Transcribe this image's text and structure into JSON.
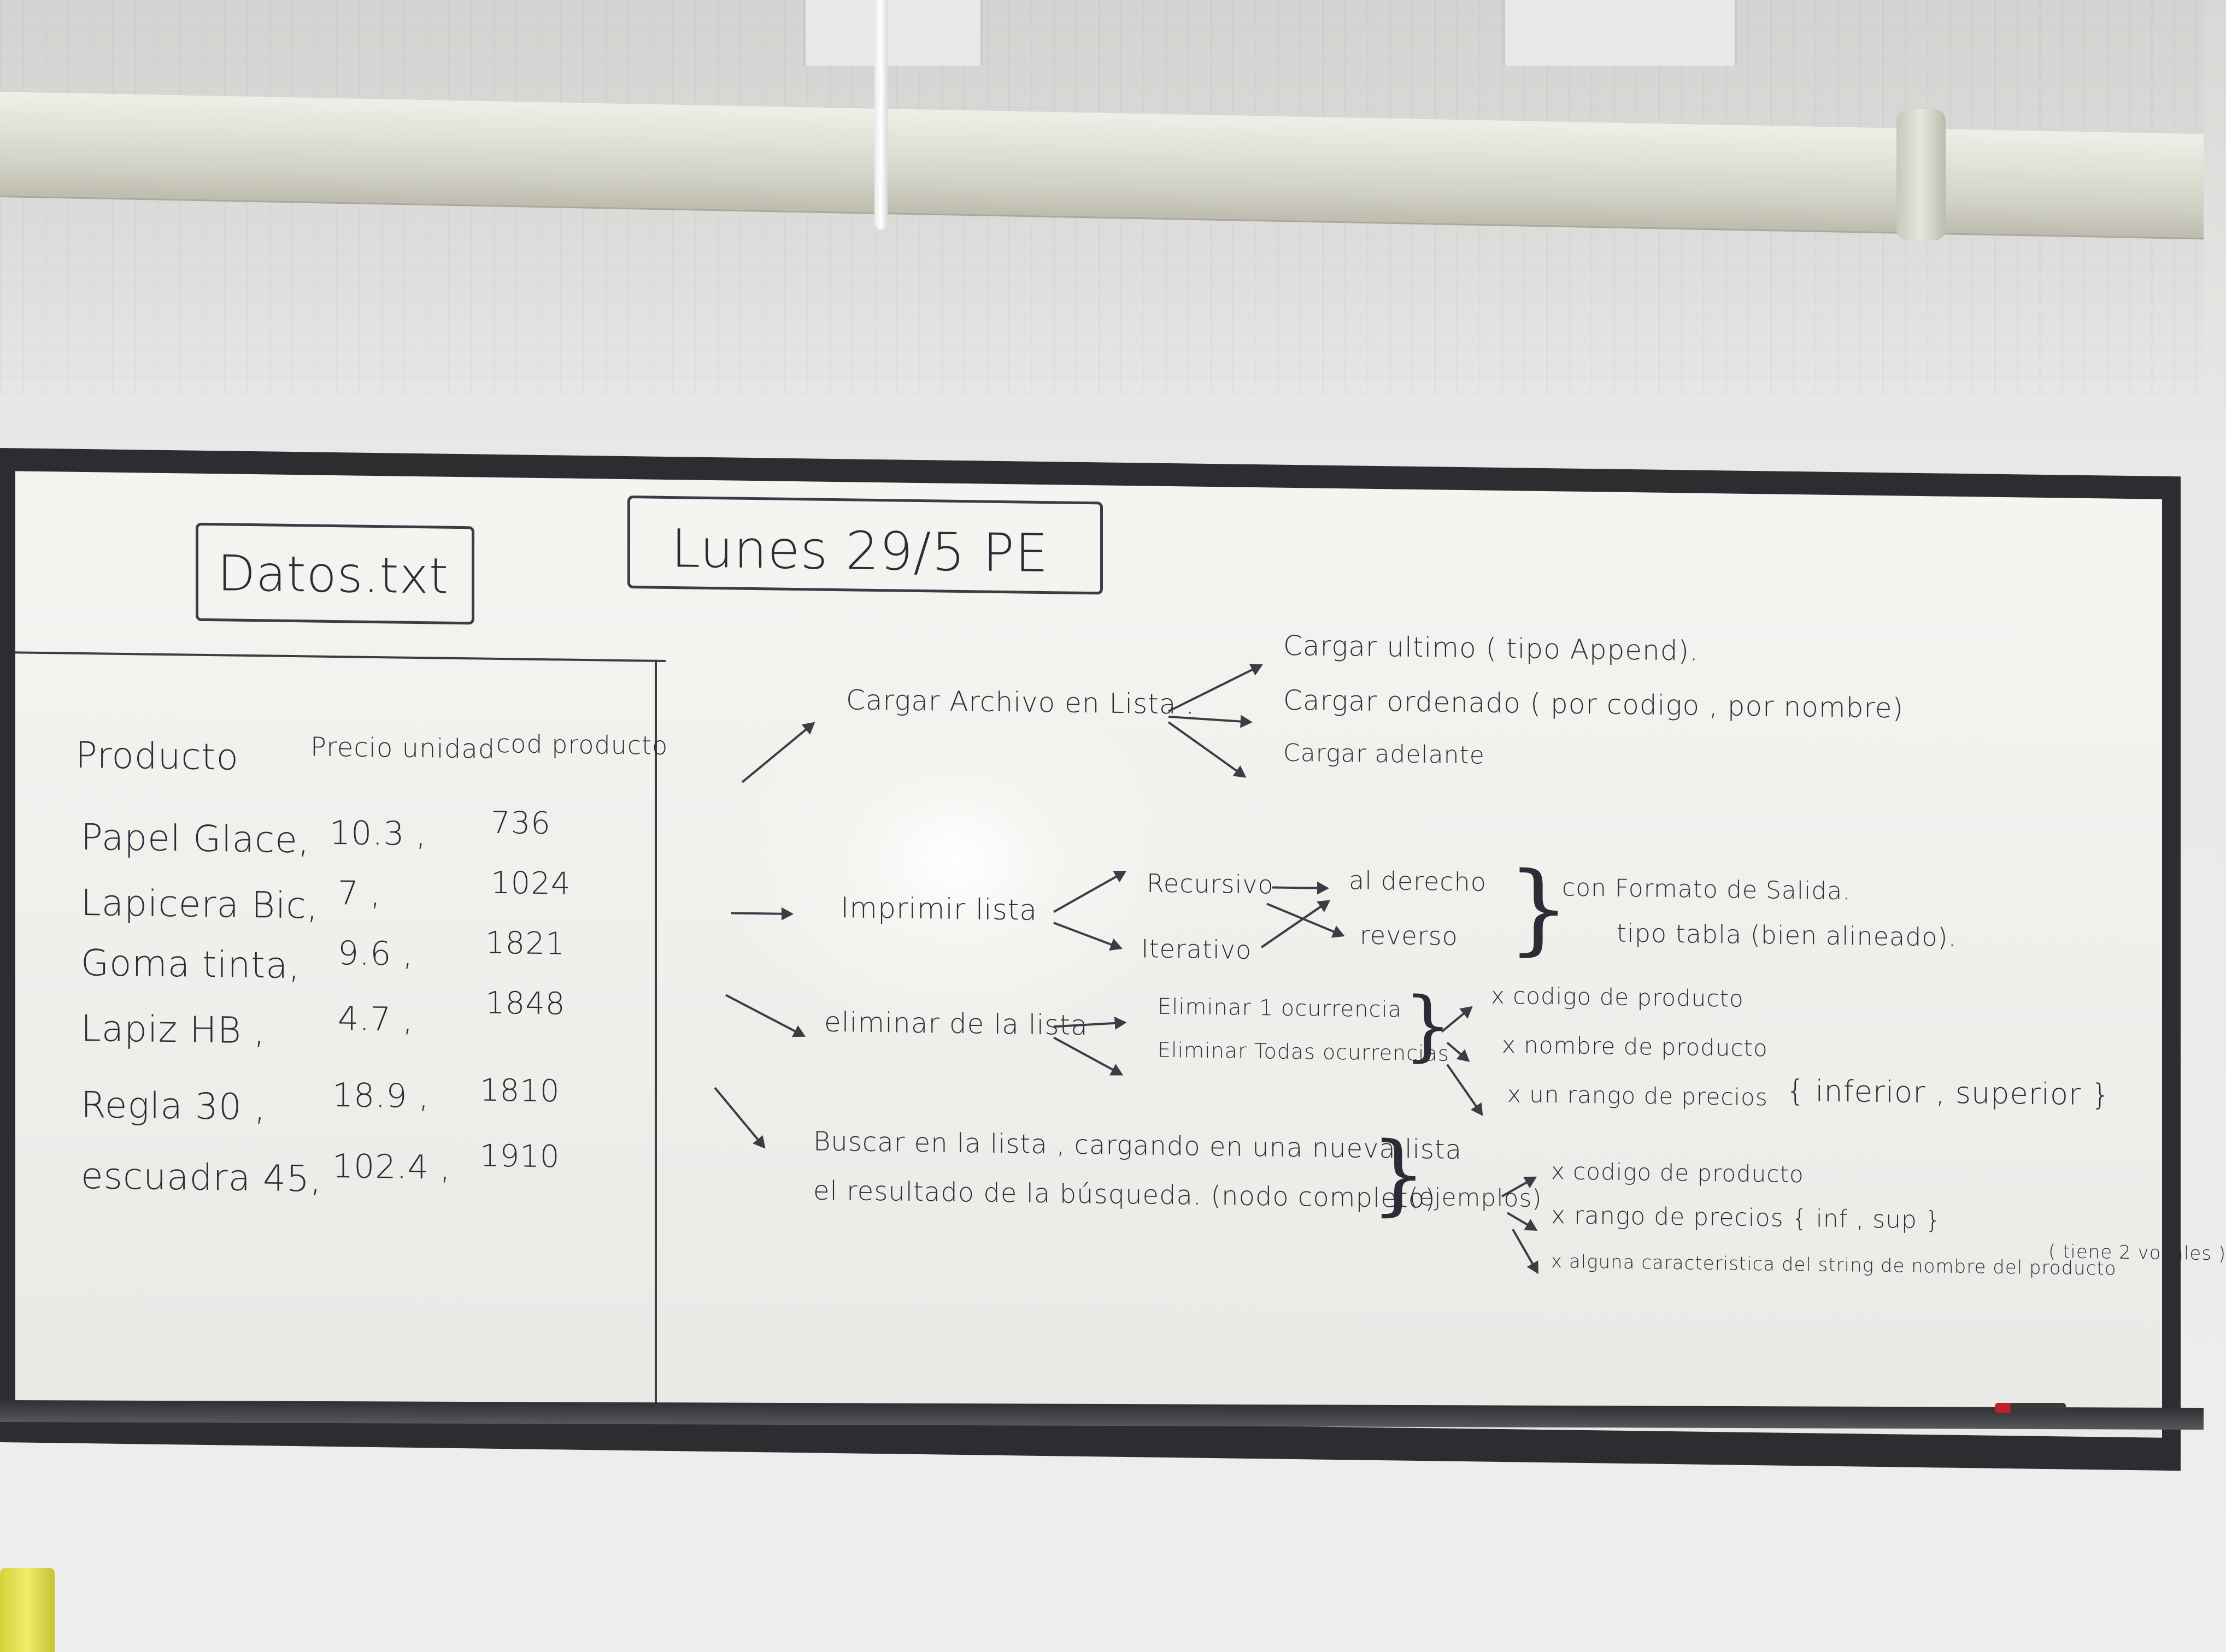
{
  "board": {
    "title": "Lunes 29/5   PE",
    "file_box": "Datos.txt",
    "table": {
      "header": [
        "Producto",
        "Precio unidad",
        "cod producto"
      ],
      "rows": [
        [
          "Papel Glace,",
          "10.3 ,",
          "736"
        ],
        [
          "Lapicera Bic,",
          "7 ,",
          "1024"
        ],
        [
          "Goma tinta,",
          "9.6 ,",
          "1821"
        ],
        [
          "Lapiz HB ,",
          "4.7 ,",
          "1848"
        ],
        [
          "Regla 30 ,",
          "18.9 ,",
          "1810"
        ],
        [
          "escuadra 45,",
          "102.4 ,",
          "1910"
        ]
      ]
    },
    "load": {
      "main": "Cargar Archivo en Lista .",
      "options": [
        "Cargar ultimo   ( tipo Append).",
        "Cargar  ordenado  ( por codigo ,  por nombre)",
        "Cargar  adelante"
      ]
    },
    "print": {
      "main": "Imprimir lista",
      "methods": [
        "Recursivo",
        "Iterativo"
      ],
      "directions": [
        "al derecho",
        "reverso"
      ],
      "format_line1": "con Formato de Salida.",
      "format_line2": "tipo tabla  (bien alineado)."
    },
    "delete": {
      "main": "eliminar de la lista",
      "options": [
        "Eliminar 1 ocurrencia",
        "Eliminar Todas ocurrencias"
      ],
      "criteria": [
        "x  codigo de producto",
        "x  nombre de producto",
        "x  un rango de precios"
      ],
      "range": "{ inferior , superior }"
    },
    "search": {
      "line1": "Buscar en la lista ,  cargando en una nueva lista",
      "line2": "el resultado de la búsqueda.  (nodo completo)",
      "examples_label": "(ejemplos)",
      "criteria": [
        "x  codigo de producto",
        "x  rango de precios { inf , sup }",
        "x  alguna caracteristica del string de nombre del producto"
      ],
      "note": "( tiene 2 vocales )"
    }
  }
}
